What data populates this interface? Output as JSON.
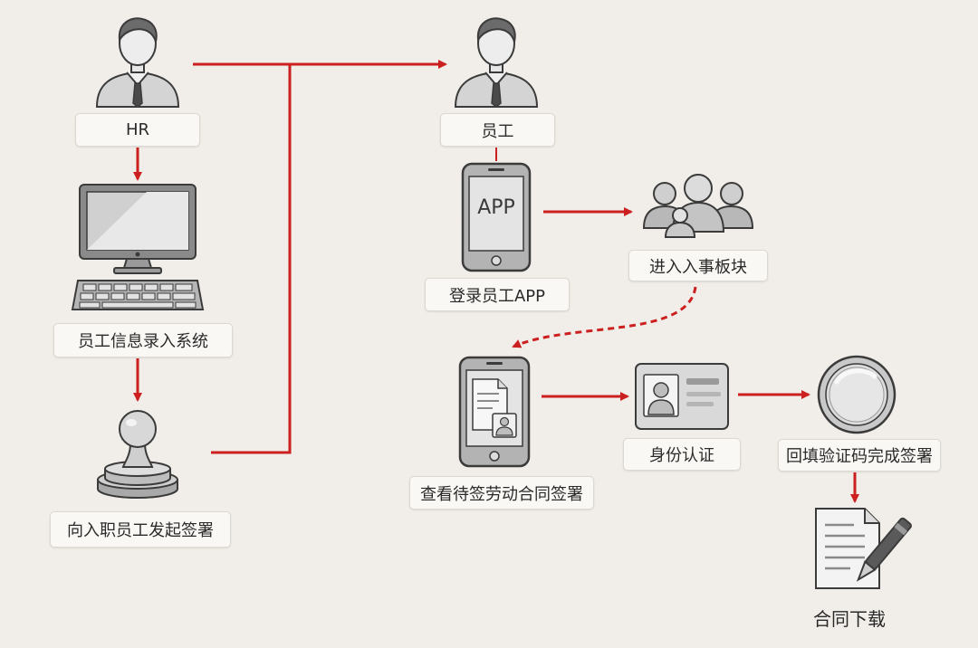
{
  "diagram": {
    "nodes": {
      "hr": {
        "label": "HR",
        "icon": "businessman-icon"
      },
      "system": {
        "label": "员工信息录入系统",
        "icon": "desktop-computer-icon"
      },
      "initiate": {
        "label": "向入职员工发起签署",
        "icon": "rubber-stamp-icon"
      },
      "employee": {
        "label": "员工",
        "icon": "businessman-icon"
      },
      "login": {
        "label": "登录员工APP",
        "screen_text": "APP",
        "icon": "smartphone-icon"
      },
      "onboarding": {
        "label": "进入入事板块",
        "icon": "group-of-people-icon"
      },
      "view_contract": {
        "label": "查看待签劳动合同签署",
        "icon": "phone-contract-icon"
      },
      "identity": {
        "label": "身份认证",
        "icon": "id-card-icon"
      },
      "verify_code": {
        "label": "回填验证码完成签署",
        "icon": "seal-button-icon"
      },
      "download": {
        "label": "合同下载",
        "icon": "document-pen-icon"
      }
    },
    "colors": {
      "arrow": "#cc1f1f",
      "stroke": "#3b3b3b",
      "fill_light": "#d6d6d6",
      "fill_mid": "#a9a9a9",
      "background": "#f1ede8"
    }
  }
}
